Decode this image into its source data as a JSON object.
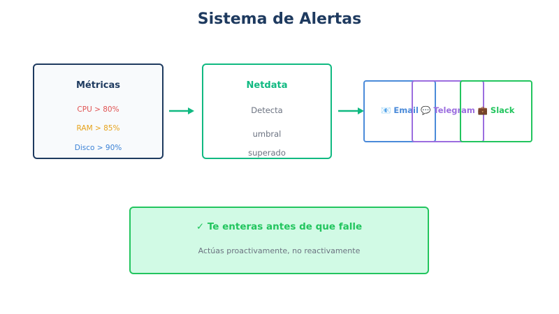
{
  "title": "Sistema de Alertas",
  "colors": {
    "navy": "#1e3a5f",
    "netdata_green": "#10b981",
    "email_blue": "#4a8ad9",
    "telegram_purple": "#9b6ddf",
    "slack_green": "#22c55e",
    "cpu_red": "#e05252",
    "ram_amber": "#e6a21a",
    "disk_blue": "#3b82d6",
    "result_bg": "#d1fae5"
  },
  "metrics": {
    "heading": "Métricas",
    "items": [
      "CPU > 80%",
      "RAM > 85%",
      "Disco > 90%"
    ]
  },
  "netdata": {
    "heading": "Netdata",
    "lines": [
      "Detecta",
      "umbral",
      "superado"
    ]
  },
  "channels": [
    {
      "icon": "email-icon",
      "label": "📧 Email"
    },
    {
      "icon": "telegram-icon",
      "label": "💬 Telegram"
    },
    {
      "icon": "slack-icon",
      "label": "💼 Slack"
    }
  ],
  "result": {
    "headline": "✓ Te enteras antes de que falle",
    "subtext": "Actúas proactivamente, no reactivamente"
  }
}
